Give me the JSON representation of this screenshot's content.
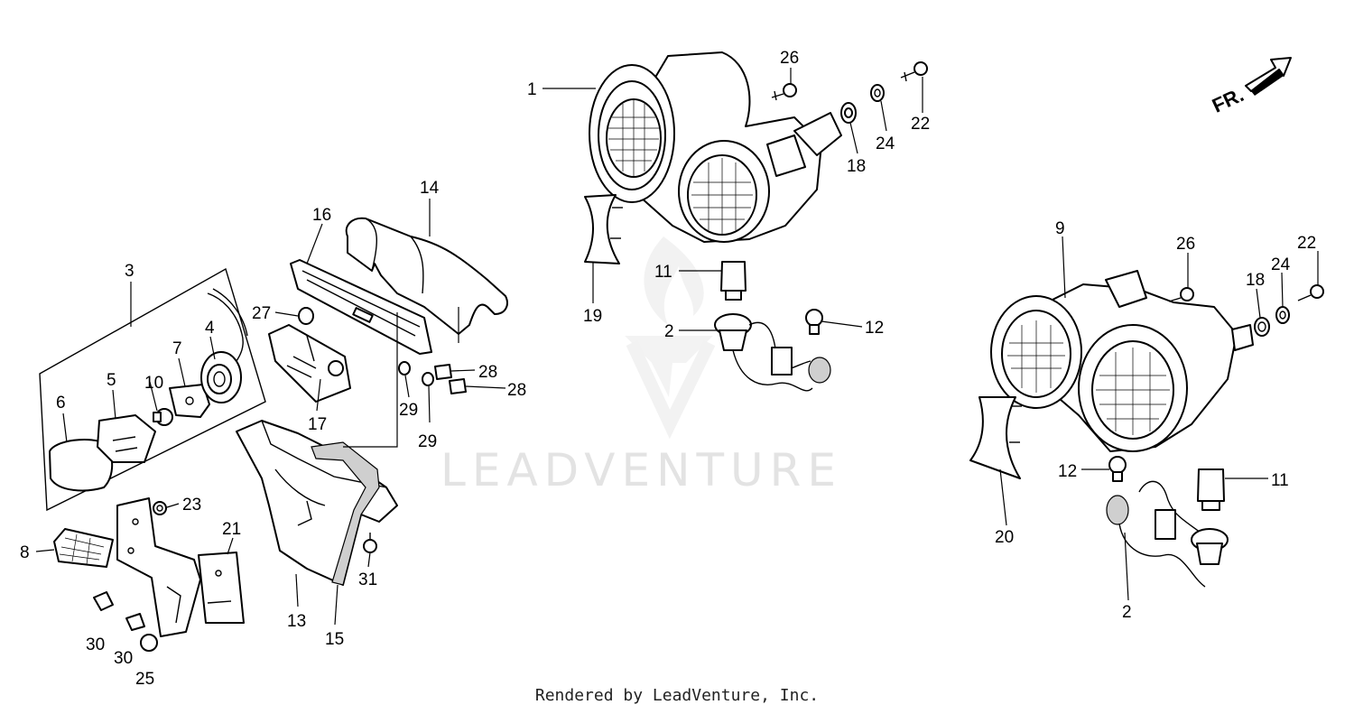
{
  "watermark": {
    "text": "LEADVENTURE"
  },
  "footer": {
    "text": "Rendered by LeadVenture, Inc."
  },
  "direction_marker": {
    "label": "FR."
  },
  "callouts": [
    {
      "id": "c1",
      "label": "1"
    },
    {
      "id": "c26a",
      "label": "26"
    },
    {
      "id": "c22a",
      "label": "22"
    },
    {
      "id": "c24a",
      "label": "24"
    },
    {
      "id": "c18a",
      "label": "18"
    },
    {
      "id": "c19",
      "label": "19"
    },
    {
      "id": "c11a",
      "label": "11"
    },
    {
      "id": "c2a",
      "label": "2"
    },
    {
      "id": "c12a",
      "label": "12"
    },
    {
      "id": "c9",
      "label": "9"
    },
    {
      "id": "c26b",
      "label": "26"
    },
    {
      "id": "c18b",
      "label": "18"
    },
    {
      "id": "c24b",
      "label": "24"
    },
    {
      "id": "c22b",
      "label": "22"
    },
    {
      "id": "c20",
      "label": "20"
    },
    {
      "id": "c12b",
      "label": "12"
    },
    {
      "id": "c11b",
      "label": "11"
    },
    {
      "id": "c2b",
      "label": "2"
    },
    {
      "id": "c3",
      "label": "3"
    },
    {
      "id": "c4",
      "label": "4"
    },
    {
      "id": "c7",
      "label": "7"
    },
    {
      "id": "c5",
      "label": "5"
    },
    {
      "id": "c10",
      "label": "10"
    },
    {
      "id": "c6",
      "label": "6"
    },
    {
      "id": "c8",
      "label": "8"
    },
    {
      "id": "c23",
      "label": "23"
    },
    {
      "id": "c21",
      "label": "21"
    },
    {
      "id": "c30a",
      "label": "30"
    },
    {
      "id": "c30b",
      "label": "30"
    },
    {
      "id": "c25",
      "label": "25"
    },
    {
      "id": "c16",
      "label": "16"
    },
    {
      "id": "c14",
      "label": "14"
    },
    {
      "id": "c27",
      "label": "27"
    },
    {
      "id": "c17",
      "label": "17"
    },
    {
      "id": "c29a",
      "label": "29"
    },
    {
      "id": "c29b",
      "label": "29"
    },
    {
      "id": "c28a",
      "label": "28"
    },
    {
      "id": "c28b",
      "label": "28"
    },
    {
      "id": "c13",
      "label": "13"
    },
    {
      "id": "c15",
      "label": "15"
    },
    {
      "id": "c31",
      "label": "31"
    }
  ]
}
